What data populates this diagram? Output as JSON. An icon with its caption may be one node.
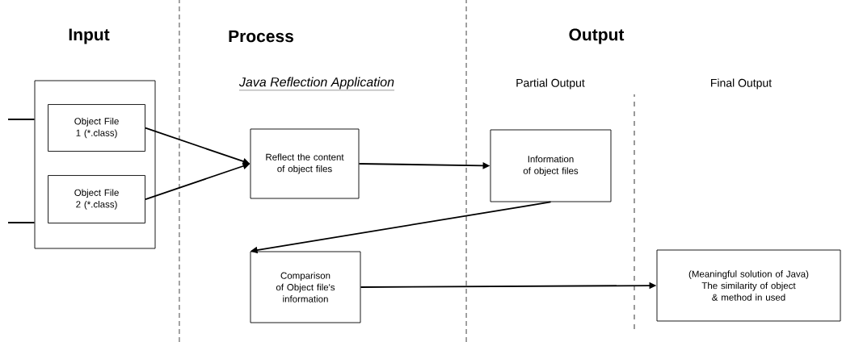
{
  "diagram": {
    "nodes": [
      {
        "text": [],
        "shape": "box"
      },
      {
        "text": [
          "Object File 1 (*.class)"
        ],
        "in": 0
      },
      {
        "text": [
          "Object File 2 (*.class)"
        ],
        "in": 0
      },
      {
        "text": [
          "Reflect the content of object files"
        ]
      },
      {
        "text": [
          "Information of object files"
        ]
      },
      {
        "text": [
          "Comparison of Object file's information"
        ]
      },
      {
        "text": [
          "(Meaningful solution of Java)",
          "The similarity of object & method in used"
        ]
      }
    ],
    "edges": [
      {
        "from": null,
        "to": 0,
        "arrow": "none"
      },
      {
        "from": null,
        "to": 0,
        "arrow": "none"
      },
      {
        "from": 1,
        "to": 3,
        "arrow": "to"
      },
      {
        "from": 2,
        "to": 3,
        "arrow": "to"
      },
      {
        "from": 3,
        "to": 4,
        "arrow": "to"
      },
      {
        "from": 4,
        "to": 5,
        "arrow": "to"
      },
      {
        "from": 5,
        "to": 6,
        "arrow": "to"
      }
    ],
    "labels": [
      "Input",
      "Process",
      "Output",
      "Java Reflection Application",
      "Partial Output",
      "Final Output"
    ]
  }
}
